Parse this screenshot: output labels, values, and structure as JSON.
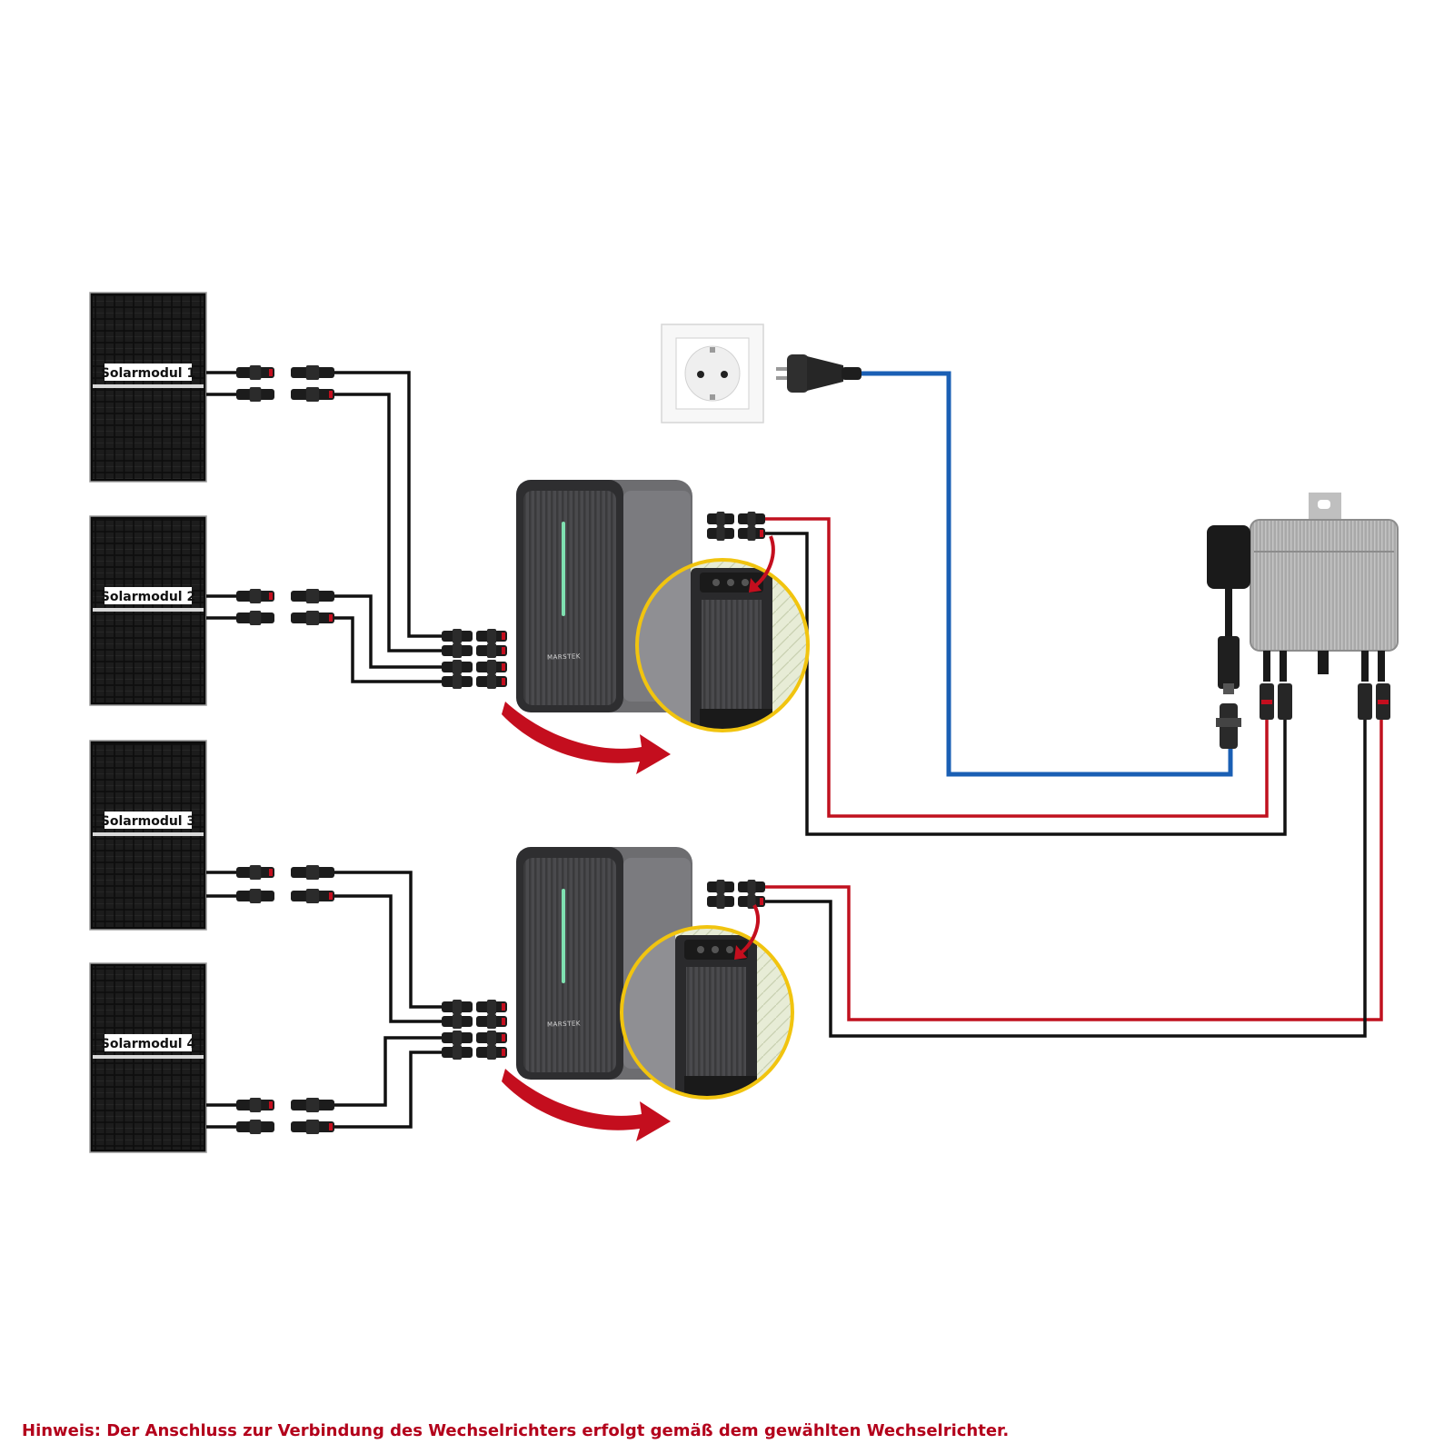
{
  "panels": [
    {
      "label": "Solarmodul 1"
    },
    {
      "label": "Solarmodul 2"
    },
    {
      "label": "Solarmodul 3"
    },
    {
      "label": "Solarmodul 4"
    }
  ],
  "storage_units": [
    {
      "brand": "MARSTEK"
    },
    {
      "brand": "MARSTEK"
    }
  ],
  "colors": {
    "dc_positive": "#c0111f",
    "dc_negative": "#111111",
    "ac_line": "#1a5fb4",
    "note_text": "#b3001b",
    "highlight_ring": "#f1c40f"
  },
  "icons": [
    "solar-panel-icon",
    "battery-storage-icon",
    "microinverter-icon",
    "wall-socket-icon",
    "schuko-plug-icon",
    "mc4-connector-icon",
    "arrow-icon"
  ],
  "note": "Hinweis: Der Anschluss zur Verbindung des Wechselrichters erfolgt gemäß dem gewählten Wechselrichter."
}
